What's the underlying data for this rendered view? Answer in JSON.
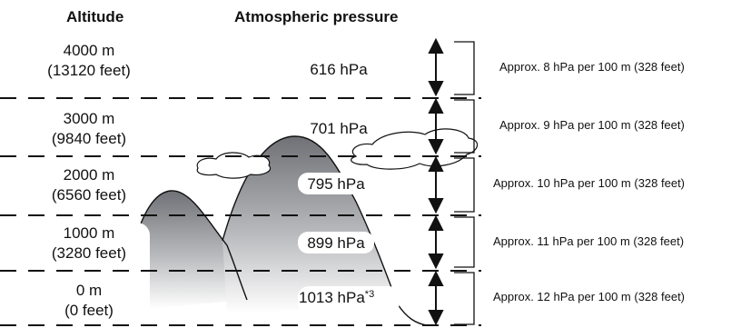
{
  "headers": {
    "altitude": "Altitude",
    "pressure": "Atmospheric pressure"
  },
  "rows": [
    {
      "altitude_m": "4000 m",
      "altitude_ft": "(13120 feet)",
      "pressure": "616 hPa",
      "note": "Approx. 8 hPa per 100 m (328 feet)"
    },
    {
      "altitude_m": "3000 m",
      "altitude_ft": "(9840 feet)",
      "pressure": "701 hPa",
      "note": "Approx. 9 hPa per 100 m (328 feet)"
    },
    {
      "altitude_m": "2000 m",
      "altitude_ft": "(6560 feet)",
      "pressure": "795 hPa",
      "note": "Approx. 10 hPa per 100 m (328 feet)"
    },
    {
      "altitude_m": "1000 m",
      "altitude_ft": "(3280 feet)",
      "pressure": "899 hPa",
      "note": "Approx. 11 hPa per 100 m (328 feet)"
    },
    {
      "altitude_m": "0 m",
      "altitude_ft": "(0 feet)",
      "pressure": "1013 hPa",
      "pressure_sup": "*3",
      "note": "Approx. 12 hPa per 100 m (328 feet)"
    }
  ]
}
